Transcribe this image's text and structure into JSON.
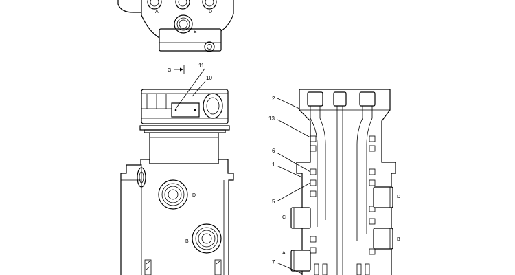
{
  "top_view": {
    "ports": [
      "A",
      "D",
      "B"
    ]
  },
  "front_view": {
    "view_marker": "G",
    "callouts": [
      "11",
      "10"
    ],
    "port_labels": [
      "D",
      "B"
    ]
  },
  "section_view": {
    "callouts": [
      "2",
      "13",
      "6",
      "1",
      "5",
      "7"
    ],
    "port_labels_left": [
      "C",
      "A"
    ],
    "port_labels_right": [
      "D",
      "B"
    ]
  }
}
